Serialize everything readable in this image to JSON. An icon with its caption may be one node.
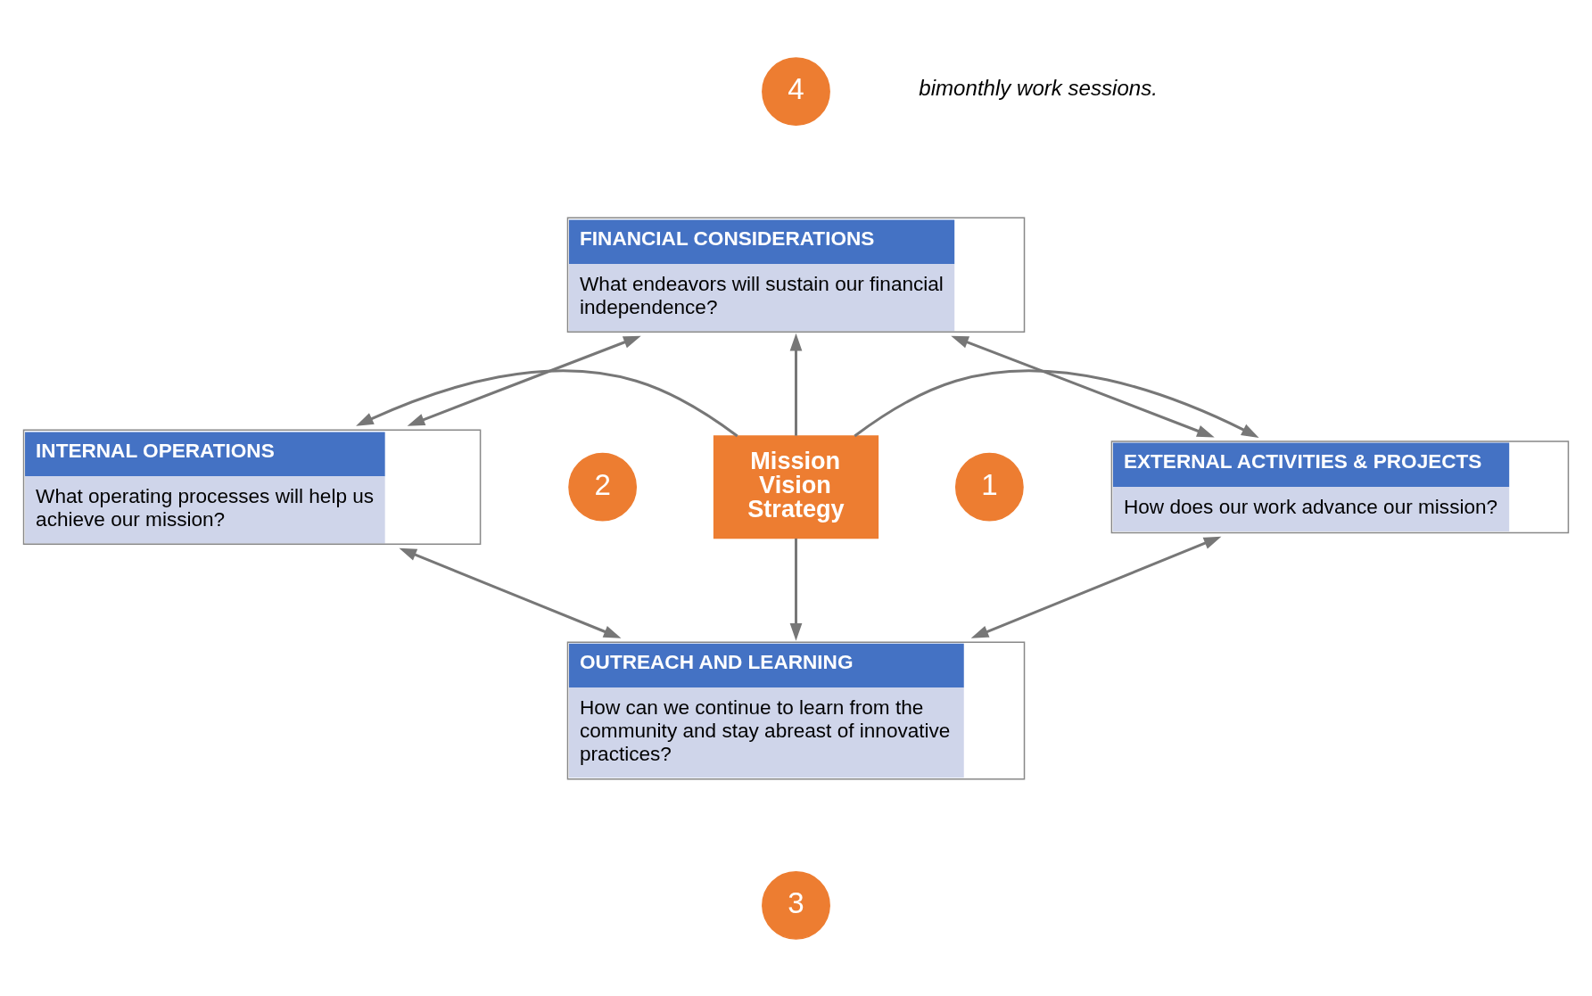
{
  "diagram": {
    "nodes": [
      {
        "text": [
          "4"
        ]
      },
      {
        "text": [
          "FINANCIAL CONSIDERATIONS",
          "What endeavors will sustain our financial independence?"
        ]
      },
      {
        "text": [
          "1"
        ]
      },
      {
        "text": [
          "2"
        ]
      },
      {
        "text": [
          "EXTERNAL ACTIVITIES & PROJECTS",
          "How does our work advance our mission?"
        ]
      },
      {
        "text": [
          "Mission Vision Strategy"
        ]
      },
      {
        "text": [
          "INTERNAL OPERATIONS",
          "What operating processes will help us achieve our mission?"
        ]
      },
      {
        "text": [
          "OUTREACH AND LEARNING",
          "How can we continue to learn from the community and stay abreast of innovative practices?"
        ]
      },
      {
        "text": [
          "3"
        ]
      }
    ],
    "edges": [
      {
        "from": 5,
        "to": 1,
        "arrow": "to"
      },
      {
        "from": 5,
        "to": 4,
        "arrow": "to"
      },
      {
        "from": 5,
        "to": 6,
        "arrow": "to"
      },
      {
        "from": 5,
        "to": 7,
        "arrow": "to"
      },
      {
        "from": 4,
        "to": 1,
        "arrow": "both"
      },
      {
        "from": 1,
        "to": 6,
        "arrow": "both"
      },
      {
        "from": 6,
        "to": 7,
        "arrow": "both"
      },
      {
        "from": 7,
        "to": 4,
        "arrow": "both"
      }
    ],
    "labels": [
      "bimonthly work sessions."
    ]
  }
}
